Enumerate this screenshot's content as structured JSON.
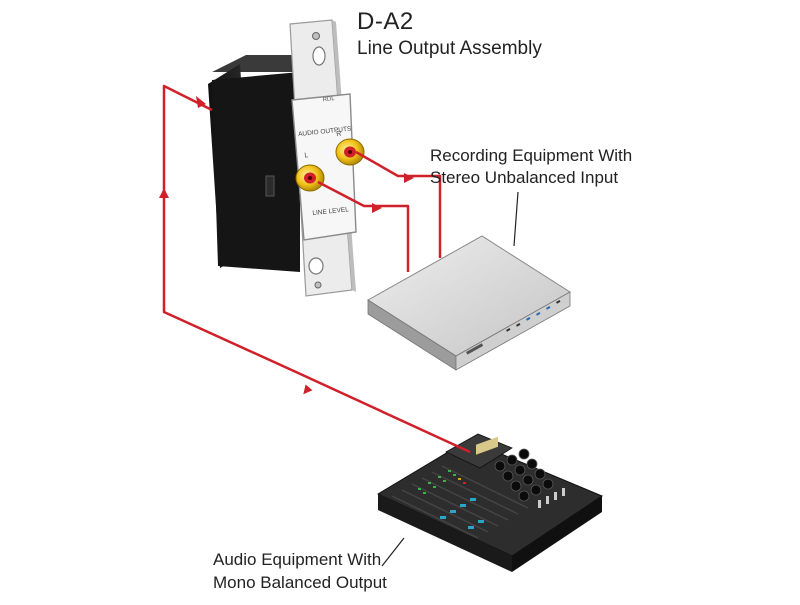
{
  "diagram": {
    "title": "D-A2",
    "subtitle": "Line Output Assembly",
    "wall_plate": {
      "brand": "RDL",
      "section_label": "AUDIO OUTPUTS",
      "left_label": "L",
      "right_label": "R",
      "level_label": "LINE LEVEL"
    },
    "recording_equipment": {
      "label_line1": "Recording Equipment With",
      "label_line2": "Stereo Unbalanced Input"
    },
    "audio_equipment": {
      "label_line1": "Audio Equipment With",
      "label_line2": "Mono Balanced Output"
    },
    "colors": {
      "cable": "#d0202a",
      "connector": "#f3c21a",
      "plate": "#eeeeee",
      "box_dark": "#1c1c1c",
      "recorder_top": "#d8d8d8",
      "mixer_body": "#2a2a2a"
    }
  }
}
